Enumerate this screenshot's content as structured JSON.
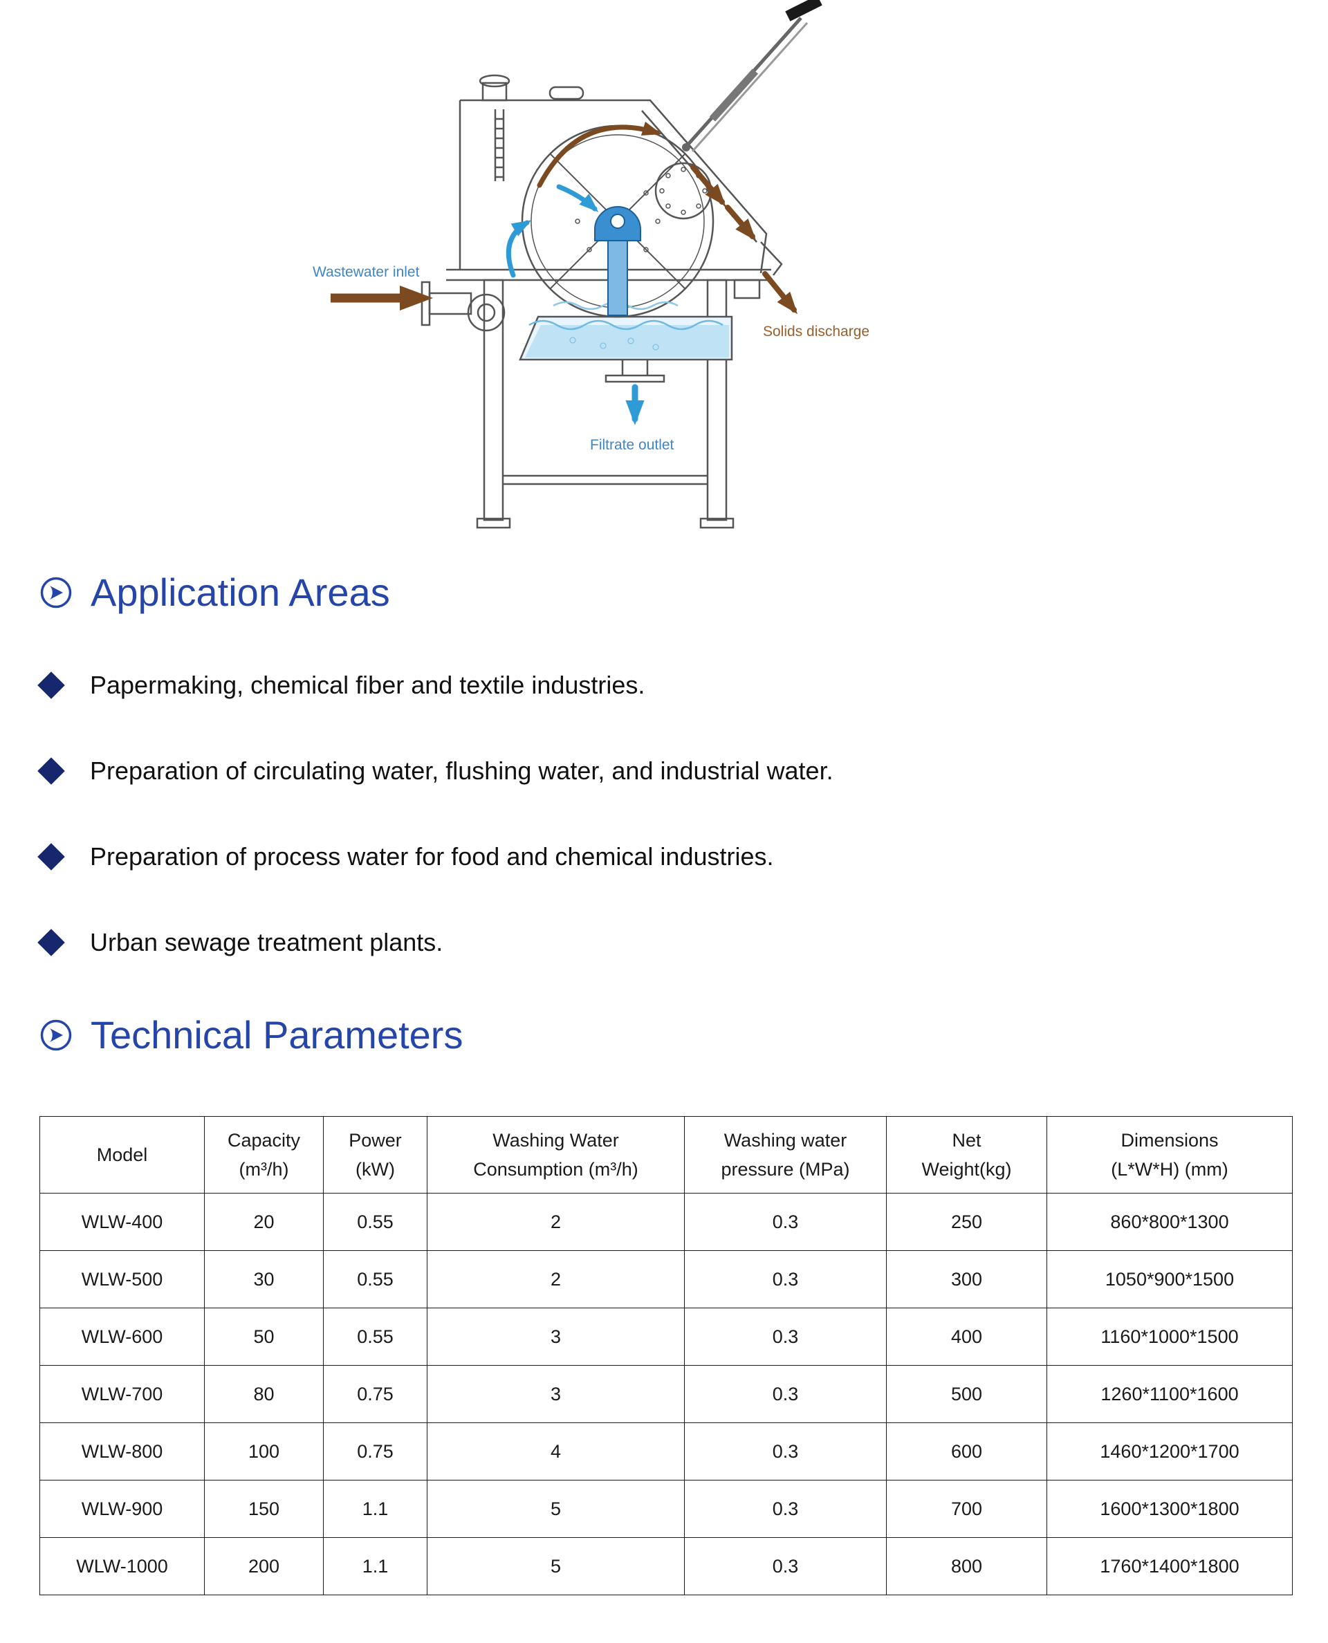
{
  "colors": {
    "heading_blue": "#2545a8",
    "bullet_navy": "#17276e",
    "diagram_label_blue": "#3e86c9",
    "diagram_label_brown": "#9a5f2a",
    "flow_arrow_blue": "#2e9bd6",
    "flow_arrow_brown": "#7b4a21",
    "water_blue": "#bfe2f5"
  },
  "icons": {
    "section_marker": "circled-play-arrow",
    "bullet": "diamond"
  },
  "diagram": {
    "labels": {
      "wastewater_inlet": "Wastewater inlet",
      "solids_discharge": "Solids discharge",
      "filtrate_outlet": "Filtrate outlet"
    }
  },
  "application_areas": {
    "title": "Application Areas",
    "items": [
      "Papermaking, chemical fiber and textile industries.",
      "Preparation of circulating water, flushing water, and industrial water.",
      "Preparation of process water for food and chemical industries.",
      "Urban sewage treatment plants."
    ]
  },
  "technical_parameters": {
    "title": "Technical Parameters"
  },
  "table": {
    "headers": [
      {
        "line1": "Model",
        "line2": ""
      },
      {
        "line1": "Capacity",
        "line2": "(m³/h)"
      },
      {
        "line1": "Power",
        "line2": "(kW)"
      },
      {
        "line1": "Washing Water",
        "line2": "Consumption (m³/h)"
      },
      {
        "line1": "Washing water",
        "line2": "pressure (MPa)"
      },
      {
        "line1": "Net",
        "line2": "Weight(kg)"
      },
      {
        "line1": "Dimensions",
        "line2": "(L*W*H) (mm)"
      }
    ],
    "rows": [
      [
        "WLW-400",
        "20",
        "0.55",
        "2",
        "0.3",
        "250",
        "860*800*1300"
      ],
      [
        "WLW-500",
        "30",
        "0.55",
        "2",
        "0.3",
        "300",
        "1050*900*1500"
      ],
      [
        "WLW-600",
        "50",
        "0.55",
        "3",
        "0.3",
        "400",
        "1160*1000*1500"
      ],
      [
        "WLW-700",
        "80",
        "0.75",
        "3",
        "0.3",
        "500",
        "1260*1100*1600"
      ],
      [
        "WLW-800",
        "100",
        "0.75",
        "4",
        "0.3",
        "600",
        "1460*1200*1700"
      ],
      [
        "WLW-900",
        "150",
        "1.1",
        "5",
        "0.3",
        "700",
        "1600*1300*1800"
      ],
      [
        "WLW-1000",
        "200",
        "1.1",
        "5",
        "0.3",
        "800",
        "1760*1400*1800"
      ]
    ]
  }
}
